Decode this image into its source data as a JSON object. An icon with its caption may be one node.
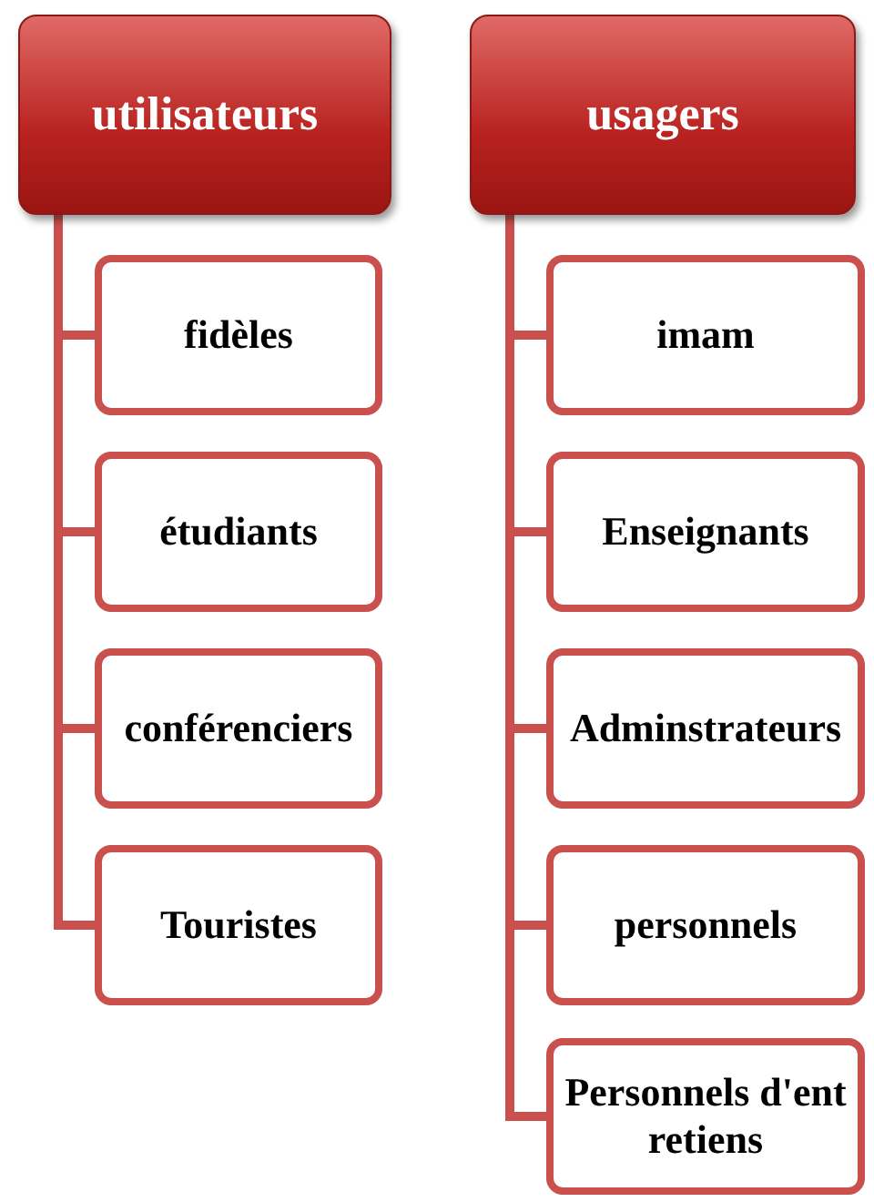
{
  "diagram": {
    "nodes": [
      {
        "text": [
          "utilisateurs"
        ]
      },
      {
        "text": [
          "fidèles"
        ]
      },
      {
        "text": [
          "étudiants"
        ]
      },
      {
        "text": [
          "conférenciers"
        ]
      },
      {
        "text": [
          "Touristes"
        ]
      },
      {
        "text": [
          "usagers"
        ]
      },
      {
        "text": [
          "imam"
        ]
      },
      {
        "text": [
          "Enseignants"
        ]
      },
      {
        "text": [
          "Adminstrateurs"
        ]
      },
      {
        "text": [
          "personnels"
        ]
      },
      {
        "text": [
          "Personnels d'entretiens"
        ]
      }
    ],
    "edges": [
      {
        "from": 0,
        "to": 1,
        "arrow": "none"
      },
      {
        "from": 0,
        "to": 2,
        "arrow": "none"
      },
      {
        "from": 0,
        "to": 3,
        "arrow": "none"
      },
      {
        "from": 0,
        "to": 4,
        "arrow": "none"
      },
      {
        "from": 5,
        "to": 6,
        "arrow": "none"
      },
      {
        "from": 5,
        "to": 7,
        "arrow": "none"
      },
      {
        "from": 5,
        "to": 8,
        "arrow": "none"
      },
      {
        "from": 5,
        "to": 9,
        "arrow": "none"
      },
      {
        "from": 5,
        "to": 10,
        "arrow": "none"
      }
    ]
  }
}
